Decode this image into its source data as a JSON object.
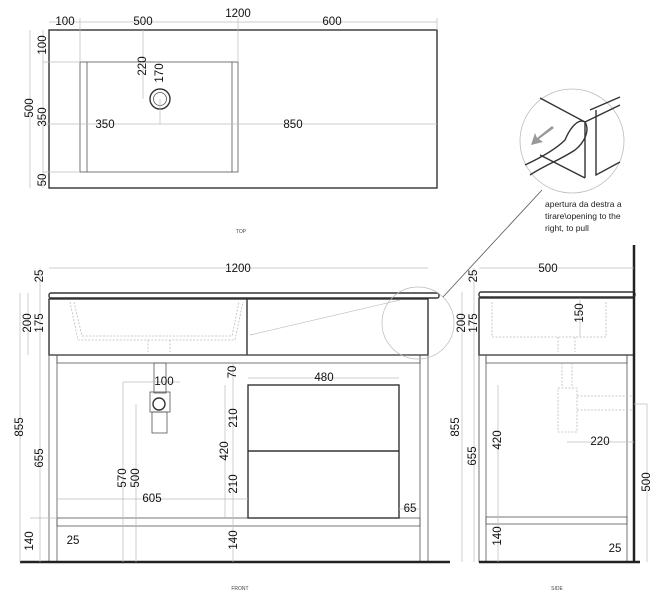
{
  "views": {
    "top": "TOP",
    "front": "FRONT",
    "side": "SIDE"
  },
  "top_dims": {
    "overall_width": "1200",
    "left_margin": "100",
    "basin_width": "500",
    "right_part": "600",
    "depth": "500",
    "front_margin": "100",
    "basin_depth": "350",
    "back_margin": "50",
    "drain_from_back": "220",
    "drain_offset": "170",
    "center_left": "350",
    "center_right": "850"
  },
  "front_dims": {
    "overall_width": "1200",
    "top_thickness": "25",
    "upper_height": "200",
    "box_height": "175",
    "total_height": "855",
    "frame_height": "655",
    "foot_height": "140",
    "foot_setback": "25",
    "waste_height_1": "570",
    "waste_height_2": "500",
    "waste_offset": "605",
    "siphon_width": "100",
    "drawer_gap_top": "70",
    "drawer_width": "480",
    "drawer_1": "210",
    "drawers_total": "420",
    "drawer_2": "210",
    "drawer_side": "65",
    "base_height": "140"
  },
  "side_dims": {
    "depth": "500",
    "top_thickness": "25",
    "upper_height": "200",
    "box_height": "175",
    "basin_depth": "150",
    "total_height": "855",
    "frame_height": "655",
    "inner_height": "420",
    "foot_height": "140",
    "siphon_offset": "220",
    "waste_height": "500",
    "wall_gap": "25"
  },
  "detail_note": [
    "apertura da destra a",
    "tirare\\opening to the",
    "right, to pull"
  ]
}
